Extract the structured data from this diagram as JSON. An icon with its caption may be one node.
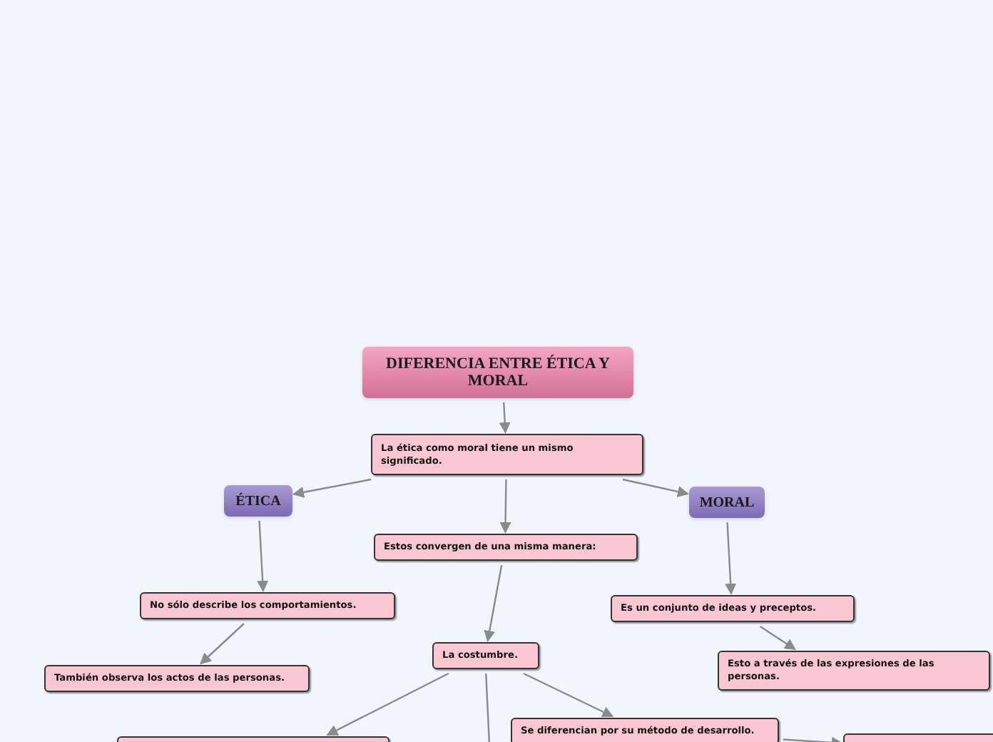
{
  "diagram": {
    "nodes": [
      {
        "text": [
          "DIFERENCIA ENTRE ÉTICA Y MORAL"
        ]
      },
      {
        "text": [
          "La ética como moral tiene un mismo significado."
        ]
      },
      {
        "text": [
          "ÉTICA"
        ]
      },
      {
        "text": [
          "MORAL"
        ]
      },
      {
        "text": [
          "Estos convergen de una misma manera:"
        ]
      },
      {
        "text": [
          "No sólo describe los comportamientos."
        ]
      },
      {
        "text": [
          "Es un conjunto de ideas y preceptos."
        ]
      },
      {
        "text": [
          "También observa los actos de las personas."
        ]
      },
      {
        "text": [
          "Esto a través de las expresiones de las personas."
        ]
      },
      {
        "text": [
          "La costumbre."
        ]
      },
      {
        "text": [
          "Se diferencian por su método de desarrollo."
        ]
      },
      {
        "text": [],
        "shape": "box"
      },
      {
        "text": [],
        "shape": "box"
      }
    ],
    "edges": [
      {
        "from": 0,
        "to": 1,
        "arrow": "to"
      },
      {
        "from": 1,
        "to": 2,
        "arrow": "to"
      },
      {
        "from": 1,
        "to": 3,
        "arrow": "to"
      },
      {
        "from": 1,
        "to": 4,
        "arrow": "to"
      },
      {
        "from": 2,
        "to": 5,
        "arrow": "to"
      },
      {
        "from": 3,
        "to": 6,
        "arrow": "to"
      },
      {
        "from": 5,
        "to": 7,
        "arrow": "to"
      },
      {
        "from": 6,
        "to": 8,
        "arrow": "to"
      },
      {
        "from": 4,
        "to": 9,
        "arrow": "to"
      },
      {
        "from": 9,
        "to": 11,
        "arrow": "to"
      },
      {
        "from": 9,
        "to": 10,
        "arrow": "to"
      },
      {
        "from": 9,
        "to": null,
        "arrow": "none"
      },
      {
        "from": 10,
        "to": 12,
        "arrow": "to"
      }
    ]
  }
}
